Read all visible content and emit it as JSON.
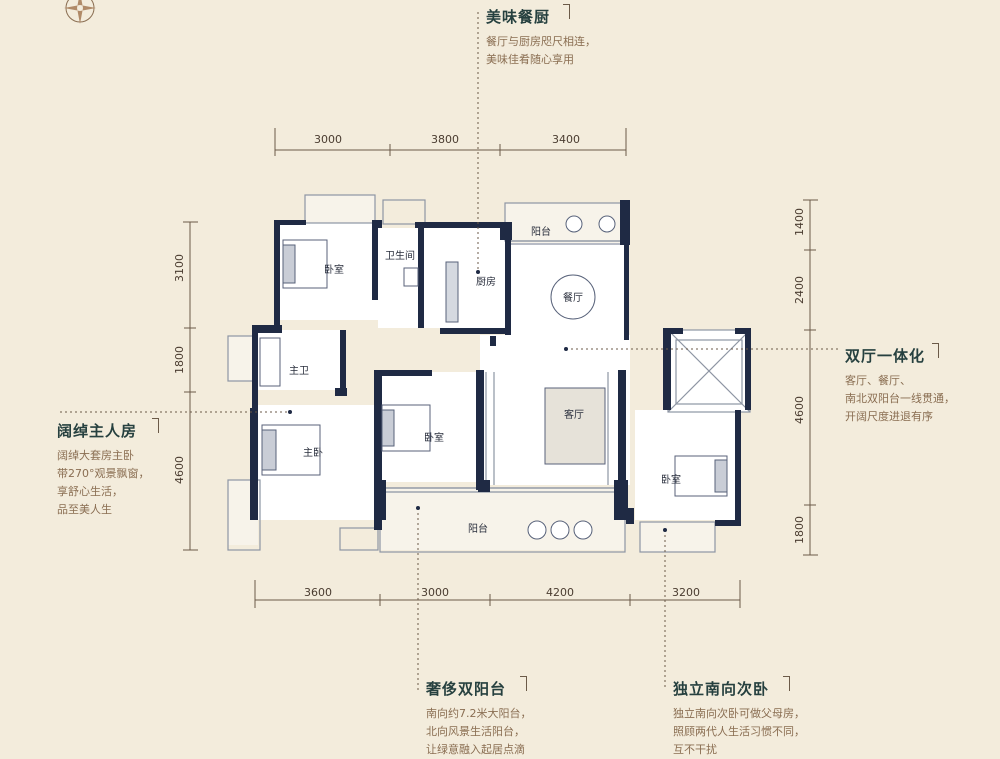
{
  "dims": {
    "top": [
      "3000",
      "3800",
      "3400"
    ],
    "bottom": [
      "3600",
      "3000",
      "4200",
      "3200"
    ],
    "left": [
      "3100",
      "1800",
      "4600"
    ],
    "right": [
      "1400",
      "2400",
      "4600",
      "1800"
    ]
  },
  "rooms": {
    "bedroom_nw": "卧室",
    "bathroom": "卫生间",
    "kitchen": "厨房",
    "balcony_n": "阳台",
    "dining": "餐厅",
    "master_bath": "主卫",
    "master_bed": "主卧",
    "bedroom_mid": "卧室",
    "living": "客厅",
    "balcony_s": "阳台",
    "bedroom_se": "卧室"
  },
  "callouts": {
    "kitchen": {
      "title": "美味餐厨",
      "desc": [
        "餐厅与厨房咫尺相连，",
        "美味佳肴随心享用"
      ]
    },
    "living": {
      "title": "双厅一体化",
      "desc": [
        "客厅、餐厅、",
        "南北双阳台一线贯通，",
        "开阔尺度进退有序"
      ]
    },
    "master": {
      "title": "阔绰主人房",
      "desc": [
        "阔绰大套房主卧",
        "带270°观景飘窗，",
        "享舒心生活，",
        "品至美人生"
      ]
    },
    "balcony": {
      "title": "奢侈双阳台",
      "desc": [
        "南向约7.2米大阳台，",
        "北向风景生活阳台，",
        "让绿意融入起居点滴"
      ]
    },
    "bedroom": {
      "title": "独立南向次卧",
      "desc": [
        "独立南向次卧可做父母房，",
        "照顾两代人生活习惯不同，",
        "互不干扰"
      ]
    }
  },
  "colors": {
    "background": "#f3ecdc",
    "wall": "#1f2a44",
    "line": "#6b5a48",
    "accent": "#8a6e52",
    "title": "#26403f"
  }
}
